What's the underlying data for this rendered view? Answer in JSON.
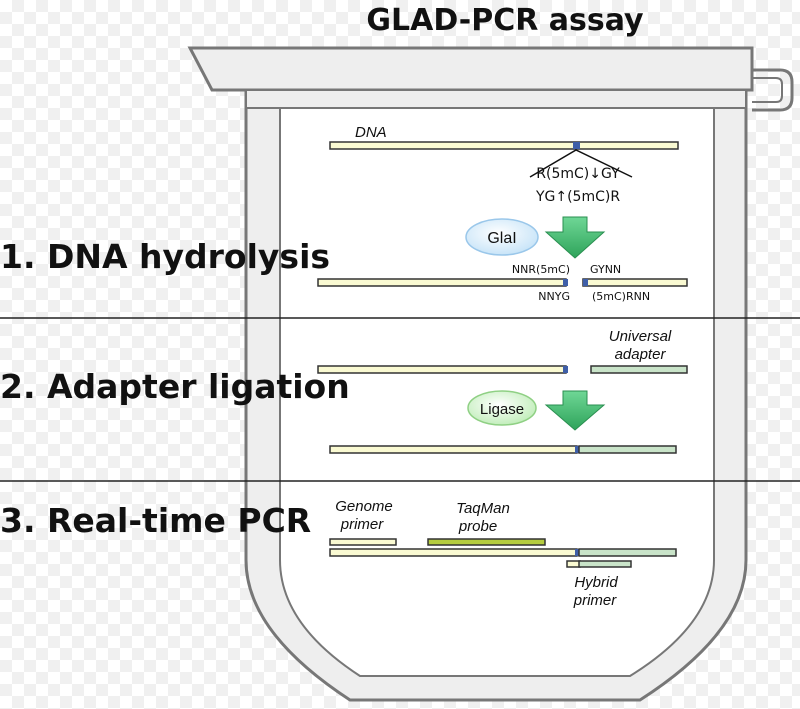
{
  "title": "GLAD-PCR assay",
  "steps": [
    {
      "label": "1. DNA hydrolysis"
    },
    {
      "label": "2. Adapter ligation"
    },
    {
      "label": "3. Real-time PCR"
    }
  ],
  "hydrolysis": {
    "dna_label": "DNA",
    "site_top": "R(5mC)↓GY",
    "site_bottom": "YG↑(5mC)R",
    "enzyme": "GlaI",
    "left_top": "NNR(5mC)",
    "left_bottom": "NNYG",
    "right_top": "GYNN",
    "right_bottom": "(5mC)RNN"
  },
  "ligation": {
    "adapter_line1": "Universal",
    "adapter_line2": "adapter",
    "enzyme": "Ligase"
  },
  "pcr": {
    "genome_primer_line1": "Genome",
    "genome_primer_line2": "primer",
    "probe_line1": "TaqMan",
    "probe_line2": "probe",
    "hybrid_line1": "Hybrid",
    "hybrid_line2": "primer"
  },
  "colors": {
    "tube_fill": "#eeeeee",
    "tube_stroke": "#777777",
    "dna_fill": "#fafad2",
    "adapter_fill": "#c9e4c9",
    "probe_fill": "#b5cc3f",
    "site_mark": "#3f5fa8",
    "arrow": "#39b56a",
    "glal_bubble": "#dbeefc",
    "ligase_bubble": "#d9f5d0"
  }
}
